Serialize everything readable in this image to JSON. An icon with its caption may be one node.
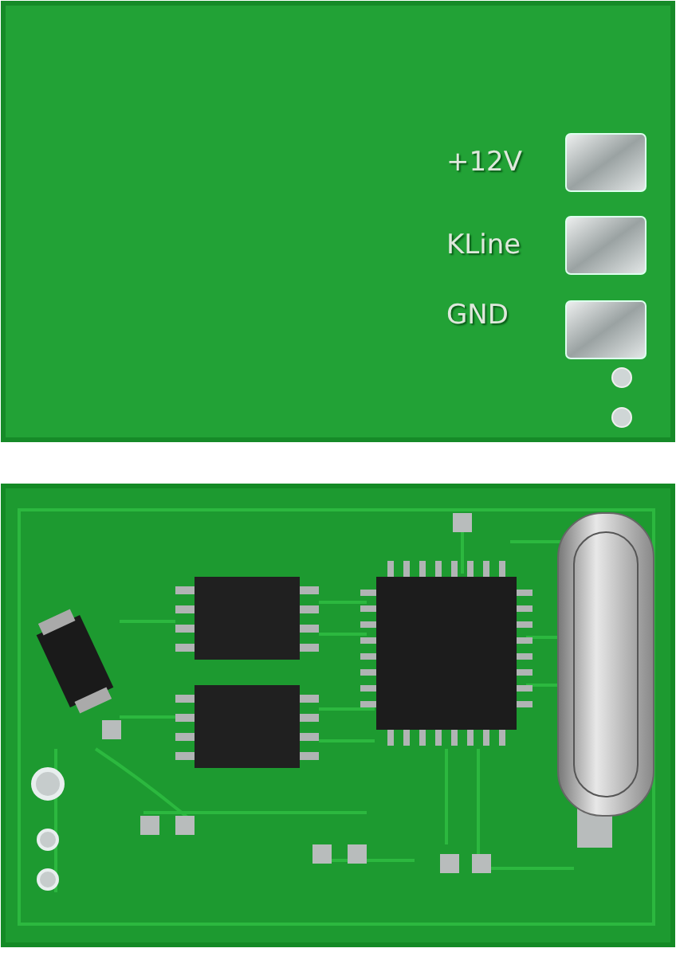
{
  "diagram": {
    "labels": [
      "+12V",
      "KLine",
      "GND"
    ]
  }
}
